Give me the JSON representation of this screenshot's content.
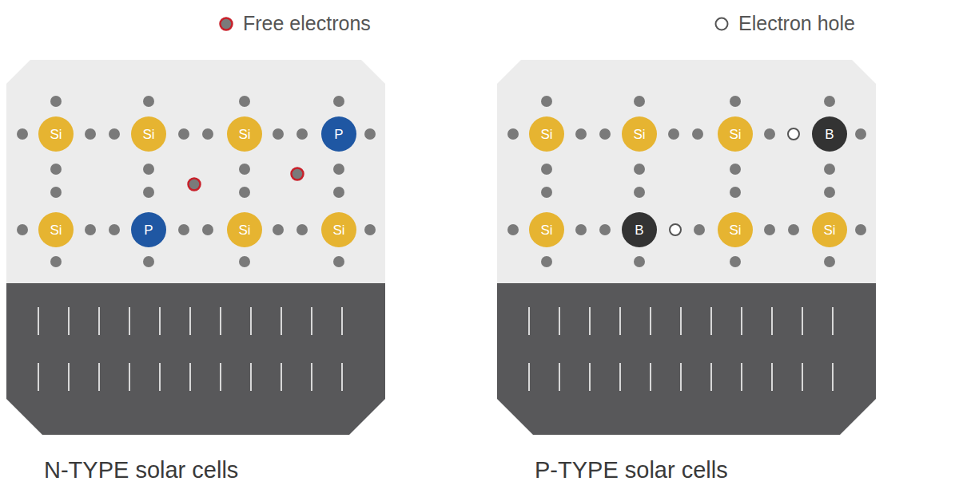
{
  "diagram": {
    "nodes": [
      {
        "text": [
          "N-TYPE solar cells"
        ]
      },
      {
        "text": [
          "Si"
        ],
        "in": 0
      },
      {
        "text": [
          "Si"
        ],
        "in": 0
      },
      {
        "text": [
          "Si"
        ],
        "in": 0
      },
      {
        "text": [
          "P"
        ],
        "in": 0
      },
      {
        "text": [
          "Si"
        ],
        "in": 0
      },
      {
        "text": [
          "P"
        ],
        "in": 0
      },
      {
        "text": [
          "Si"
        ],
        "in": 0
      },
      {
        "text": [
          "Si"
        ],
        "in": 0
      },
      {
        "text": [
          "P-TYPE solar cells"
        ]
      },
      {
        "text": [
          "Si"
        ],
        "in": 9
      },
      {
        "text": [
          "Si"
        ],
        "in": 9
      },
      {
        "text": [
          "Si"
        ],
        "in": 9
      },
      {
        "text": [
          "B"
        ],
        "in": 9
      },
      {
        "text": [
          "Si"
        ],
        "in": 9
      },
      {
        "text": [
          "B"
        ],
        "in": 9
      },
      {
        "text": [
          "Si"
        ],
        "in": 9
      },
      {
        "text": [
          "Si"
        ],
        "in": 9
      }
    ],
    "legend": [
      {
        "text": "Free electrons"
      },
      {
        "text": "Electron hole"
      }
    ]
  }
}
